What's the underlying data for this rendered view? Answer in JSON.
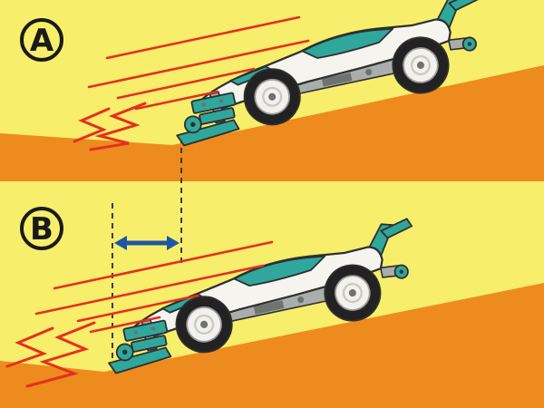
{
  "panels": [
    {
      "label": "A"
    },
    {
      "label": "B"
    }
  ],
  "icons": {
    "impact": "zigzag-impact-marks",
    "motion": "speed-lines",
    "distance": "double-headed-arrow",
    "guides": "dashed-reference-lines"
  },
  "colors": {
    "background": "#f7ee6b",
    "ground": "#ee8b1e",
    "outline": "#2f2f2f",
    "body": "#f5f4ee",
    "accent": "#2fa79c",
    "gray": "#a9aeac",
    "gray_dark": "#6e7370",
    "tire": "#222222",
    "hub": "#f2f1ec",
    "red": "#e5301f",
    "blue": "#1d55a4",
    "dash": "#3c3c3c",
    "label": "#1a1a1a"
  }
}
